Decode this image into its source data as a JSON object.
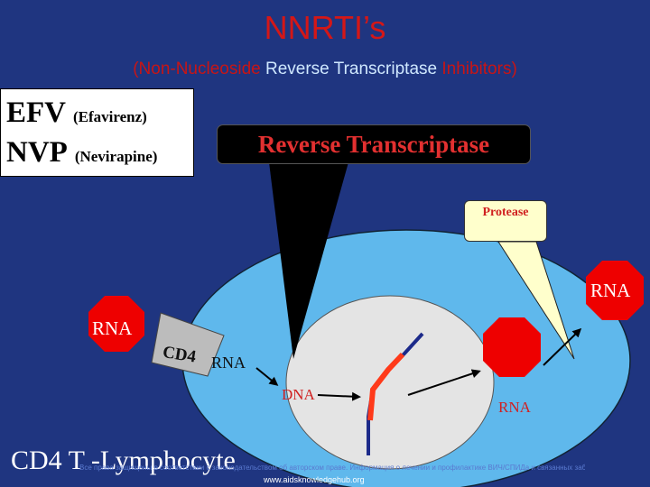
{
  "title": "NNRTI’s",
  "subtitle": {
    "part1": "(Non-Nucleoside ",
    "part2": "Reverse Transcriptase",
    "part3": " Inhibitors)"
  },
  "drugs": [
    {
      "abbr": "EFV",
      "name": "(Efavirenz)"
    },
    {
      "abbr": "NVP",
      "name": "(Nevirapine)"
    }
  ],
  "callouts": {
    "reverse_transcriptase": "Reverse Transcriptase",
    "protease": "Protease"
  },
  "labels": {
    "rna_left": "RNA",
    "rna_right_top": "RNA",
    "cd4": "CD4",
    "rna_inside": "RNA",
    "dna": "DNA",
    "rna_bottom_right": "RNA",
    "cell": "CD4 T -Lymphocyte"
  },
  "footer": {
    "text": "Все права защищены в соответствии с законодательством об авторском праве. Информация о лечении и профилактике ВИЧ/СПИДа и связанных заболеваний",
    "url": "www.aidsknowledgehub.org"
  },
  "colors": {
    "background": "#1f3580",
    "cell": "#5fb8ec",
    "nucleus": "#e4e4e4",
    "stop_sign": "#ee0000",
    "title": "#d41717"
  }
}
